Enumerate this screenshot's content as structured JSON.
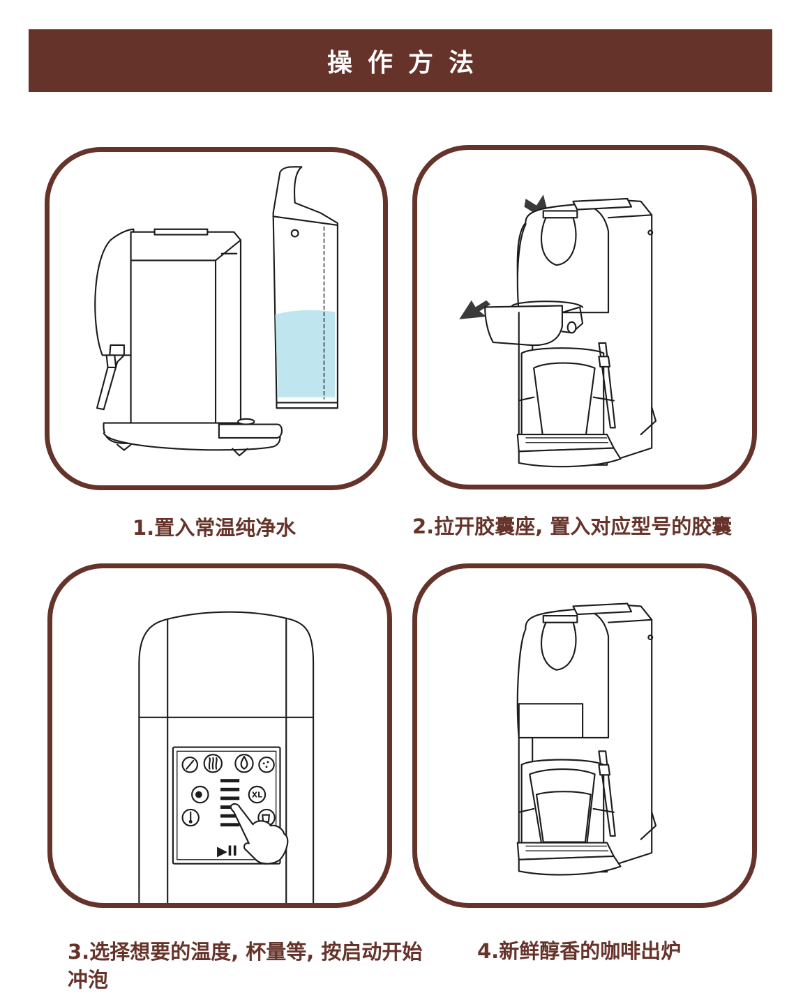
{
  "header": {
    "title": "操作方法"
  },
  "steps": [
    {
      "caption": "1.置入常温纯净水"
    },
    {
      "caption": "2.拉开胶囊座, 置入对应型号的胶囊"
    },
    {
      "caption": "3.选择想要的温度, 杯量等, 按启动开始冲泡"
    },
    {
      "caption": "4.新鲜醇香的咖啡出炉"
    }
  ],
  "control_panel": {
    "xl_label": "XL",
    "play_pause_symbol": "▶II"
  },
  "colors": {
    "brand": "#66332a",
    "water": "#bfe6ef",
    "line": "#1c1c1c"
  }
}
